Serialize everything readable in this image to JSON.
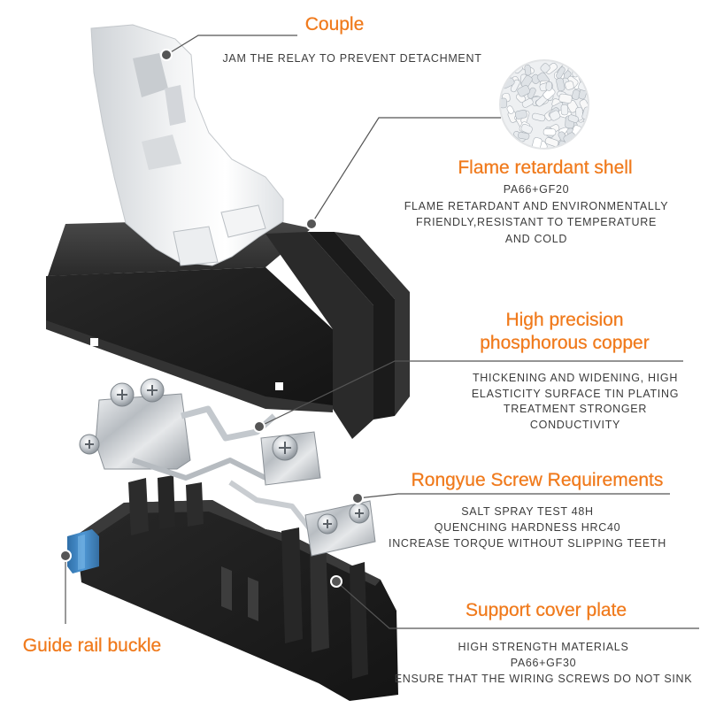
{
  "colors": {
    "accent": "#f07a1c",
    "text": "#3c3c3c",
    "line": "#555555",
    "buckle_blue": "#3f86c6"
  },
  "callouts": {
    "couple": {
      "title": "Couple",
      "description": [
        "JAM THE RELAY TO PREVENT DETACHMENT"
      ]
    },
    "flame_retardant_shell": {
      "title": "Flame retardant shell",
      "description": [
        "PA66+GF20",
        "FLAME RETARDANT AND ENVIRONMENTALLY",
        "FRIENDLY,RESISTANT TO TEMPERATURE",
        "AND COLD"
      ]
    },
    "phosphorous_copper": {
      "title": [
        "High precision",
        "phosphorous copper"
      ],
      "description": [
        "THICKENING AND WIDENING, HIGH",
        "ELASTICITY SURFACE TIN PLATING",
        "TREATMENT STRONGER",
        "CONDUCTIVITY"
      ]
    },
    "screw": {
      "title": "Rongyue Screw Requirements",
      "description": [
        "SALT SPRAY TEST 48H",
        "QUENCHING HARDNESS HRC40",
        "INCREASE TORQUE WITHOUT SLIPPING TEETH"
      ]
    },
    "support_cover_plate": {
      "title": "Support cover plate",
      "description": [
        "HIGH STRENGTH MATERIALS",
        "PA66+GF30",
        "ENSURE THAT THE WIRING SCREWS DO NOT SINK"
      ]
    },
    "guide_rail_buckle": {
      "title": "Guide rail buckle"
    }
  }
}
